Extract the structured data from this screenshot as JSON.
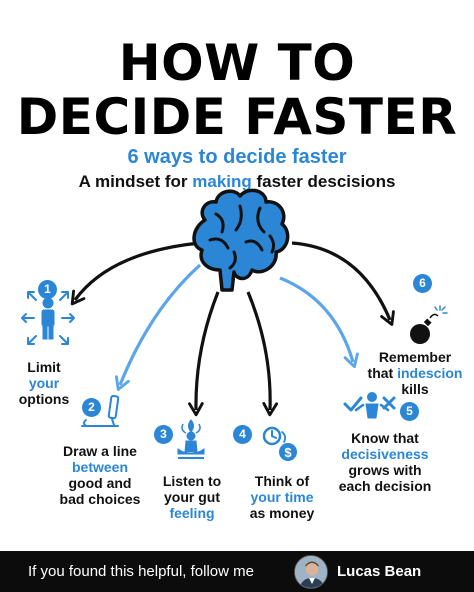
{
  "header": {
    "title_line1": "HOW TO",
    "title_line2": "DECIDE FASTER",
    "subtitle": "6 ways to decide faster",
    "tagline_pre": "A mindset for ",
    "tagline_highlight": "making",
    "tagline_post": " faster descisions"
  },
  "steps": [
    {
      "number": "1",
      "line1": "Limit",
      "highlight": "your",
      "line3": "options",
      "icon": "person-expand-icon"
    },
    {
      "number": "2",
      "line1": "Draw a line",
      "highlight": "between",
      "line3": "good and",
      "line4": "bad choices",
      "icon": "pen-line-icon"
    },
    {
      "number": "3",
      "line1": "Listen to",
      "line2": "your gut",
      "highlight": "feeling",
      "icon": "meditation-icon"
    },
    {
      "number": "4",
      "line1": "Think of",
      "highlight": "your time",
      "line3": "as money",
      "icon": "clock-dollar-icon"
    },
    {
      "number": "5",
      "line1": "Know that",
      "highlight": "decisiveness",
      "line3": "grows with",
      "line4": "each decision",
      "icon": "person-check-x-icon"
    },
    {
      "number": "6",
      "line1": "Remember",
      "line2_pre": "that ",
      "highlight": "indescion",
      "line3": "kills",
      "icon": "bomb-icon"
    }
  ],
  "footer": {
    "text": "If you found this helpful, follow me",
    "name": "Lucas Bean"
  },
  "colors": {
    "accent": "#2b86d6",
    "text": "#111111",
    "footer_bg": "#0c0c0c"
  }
}
